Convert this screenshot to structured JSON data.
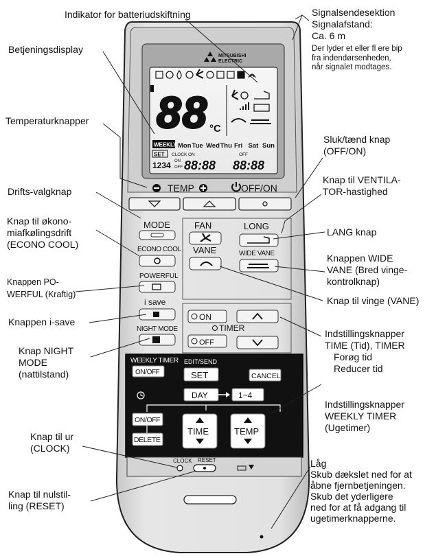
{
  "brand": {
    "name_line1": "MITSUBISHI",
    "name_line2": "ELECTRIC"
  },
  "display": {
    "temp_digits": "88",
    "temp_unit": "°C",
    "weekly": "WEEKLY",
    "days": [
      "Mon",
      "Tue",
      "Wed",
      "Thu",
      "Fri",
      "Sat",
      "Sun"
    ],
    "set": "SET",
    "clock": "CLOCK",
    "on": "ON",
    "off": "OFF",
    "prog": "1234",
    "time1": "88:88",
    "time2": "88:88"
  },
  "remote_labels": {
    "temp": "TEMP",
    "off_on": "OFF/ON",
    "mode": "MODE",
    "fan": "FAN",
    "long": "LONG",
    "econo_cool": "ECONO COOL",
    "vane": "VANE",
    "wide_vane": "WIDE VANE",
    "powerful": "POWERFUL",
    "i_save": "i save",
    "night_mode": "NIGHT MODE",
    "timer_on": "ON",
    "timer": "TIMER",
    "timer_off": "OFF",
    "weekly_timer": "WEEKLY TIMER",
    "weekly_on_off": "ON/OFF",
    "edit_send": "EDIT/SEND",
    "set": "SET",
    "cancel": "CANCEL",
    "day": "DAY",
    "one_to_four": "1~4",
    "on_off": "ON/OFF",
    "delete": "DELETE",
    "time": "TIME",
    "temp_btn": "TEMP",
    "clock": "CLOCK",
    "reset": "RESET"
  },
  "callouts": {
    "battery": "Indikator for batteriudskiftning",
    "display": "Betjeningsdisplay",
    "temp_buttons": "Temperaturknapper",
    "mode_button": "Drifts-valgknap",
    "econo_cool": [
      "Knap til økono-",
      "miafkølingsdrift",
      "(ECONO COOL)"
    ],
    "powerful": [
      "Knappen PO-",
      "WERFUL (Kraftig)"
    ],
    "i_save": "Knappen i-save",
    "night_mode": [
      "Knap NIGHT",
      "MODE",
      "(nattilstand)"
    ],
    "clock": [
      "Knap til ur",
      "(CLOCK)"
    ],
    "reset": [
      "Knap til nulstil-",
      "ling (RESET)"
    ],
    "signal": [
      "Signalsendesektion",
      "Signalafstand:",
      "Ca. 6 m"
    ],
    "signal_note": [
      "Der lyder et eller fl ere bip",
      "fra indendørsenheden,",
      "når signalet modtages."
    ],
    "off_on": [
      "Sluk/tænd knap",
      "(OFF/ON)"
    ],
    "fan_speed": [
      "Knap til VENTILA-",
      "TOR-hastighed"
    ],
    "long": "LANG knap",
    "wide_vane": [
      "Knappen WIDE",
      "VANE (Bred vinge-",
      "kontrolknap)"
    ],
    "vane": "Knap til vinge (VANE)",
    "timer": [
      "Indstillingsknapper",
      "TIME (Tid), TIMER",
      "Forøg tid",
      "Reducer tid"
    ],
    "weekly_timer": [
      "Indstillingsknapper",
      "WEEKLY TIMER",
      "(Ugetimer)"
    ],
    "lid": [
      "Låg",
      "Skub dækslet ned for at",
      "åbne fjernbetjeningen.",
      "Skub det yderligere",
      "ned for at få adgang til",
      "ugetimerknapperne."
    ]
  }
}
